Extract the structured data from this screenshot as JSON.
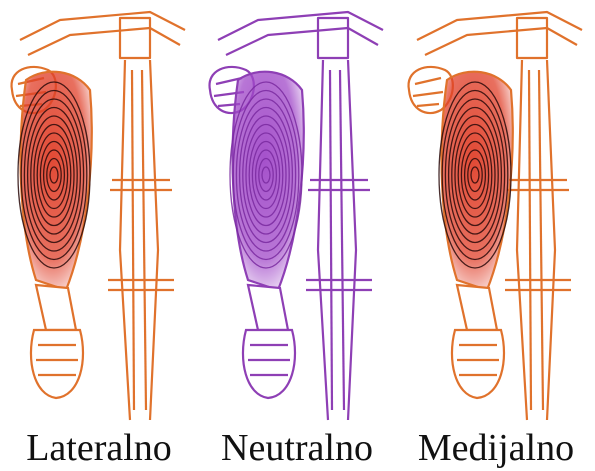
{
  "figures": [
    {
      "label": "Lateralno",
      "line_color": "#E0722C",
      "fill_color": "#E0402A",
      "contour_color": "#2A0A0A"
    },
    {
      "label": "Neutralno",
      "line_color": "#8E3FB5",
      "fill_color": "#A048C8",
      "contour_color": "#7A2AA0"
    },
    {
      "label": "Medijalno",
      "line_color": "#E0722C",
      "fill_color": "#E0402A",
      "contour_color": "#2A0A0A"
    }
  ]
}
